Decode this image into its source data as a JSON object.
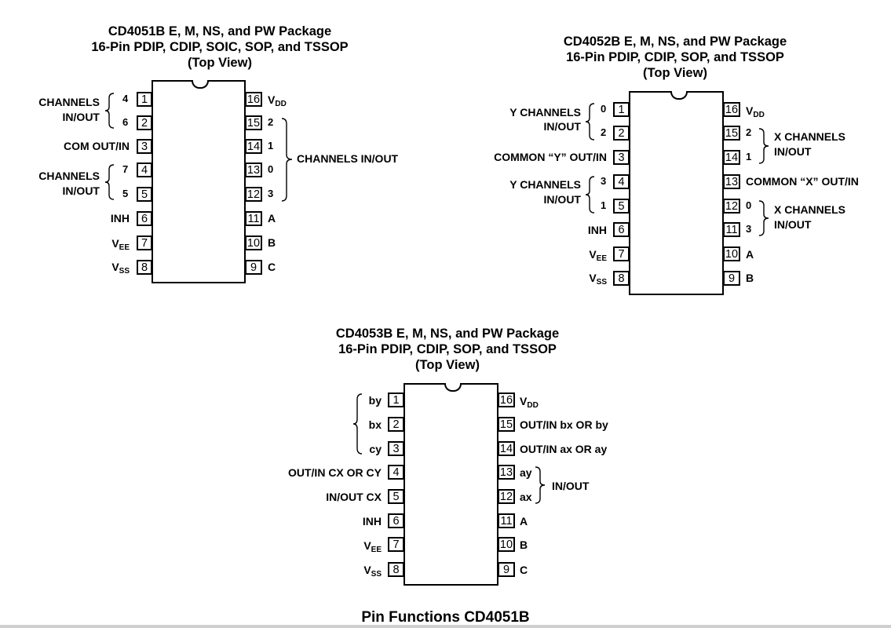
{
  "cd4051": {
    "title_lines": [
      "CD4051B E, M, NS, and PW Package",
      "16-Pin PDIP, CDIP, SOIC, SOP, and TSSOP",
      "(Top View)"
    ],
    "pins": {
      "p1": "1",
      "p2": "2",
      "p3": "3",
      "p4": "4",
      "p5": "5",
      "p6": "6",
      "p7": "7",
      "p8": "8",
      "p9": "9",
      "p10": "10",
      "p11": "11",
      "p12": "12",
      "p13": "13",
      "p14": "14",
      "p15": "15",
      "p16": "16"
    },
    "left": {
      "ch_a_line1": "CHANNELS",
      "ch_a_line2": "IN/OUT",
      "ch_a_top": "4",
      "ch_a_bot": "6",
      "com": "COM OUT/IN",
      "ch_b_line1": "CHANNELS",
      "ch_b_line2": "IN/OUT",
      "ch_b_top": "7",
      "ch_b_bot": "5",
      "inh": "INH",
      "vee_main": "V",
      "vee_sub": "EE",
      "vss_main": "V",
      "vss_sub": "SS"
    },
    "right": {
      "vdd_main": "V",
      "vdd_sub": "DD",
      "ch15": "2",
      "ch14": "1",
      "ch13": "0",
      "ch12": "3",
      "channels": "CHANNELS IN/OUT",
      "a": "A",
      "b": "B",
      "c": "C"
    }
  },
  "cd4052": {
    "title_lines": [
      "CD4052B E, M, NS, and PW Package",
      "16-Pin PDIP, CDIP, SOP, and TSSOP",
      "(Top View)"
    ],
    "left": {
      "y_a_line1": "Y CHANNELS",
      "y_a_line2": "IN/OUT",
      "y_a_top": "0",
      "y_a_bot": "2",
      "common_y": "COMMON “Y” OUT/IN",
      "y_b_line1": "Y CHANNELS",
      "y_b_line2": "IN/OUT",
      "y_b_top": "3",
      "y_b_bot": "1",
      "inh": "INH",
      "vee_main": "V",
      "vee_sub": "EE",
      "vss_main": "V",
      "vss_sub": "SS"
    },
    "right": {
      "vdd_main": "V",
      "vdd_sub": "DD",
      "x_a_top": "2",
      "x_a_bot": "1",
      "x_a_line1": "X CHANNELS",
      "x_a_line2": "IN/OUT",
      "common_x": "COMMON “X” OUT/IN",
      "x_b_top": "0",
      "x_b_bot": "3",
      "x_b_line1": "X CHANNELS",
      "x_b_line2": "IN/OUT",
      "a": "A",
      "b": "B"
    }
  },
  "cd4053": {
    "title_lines": [
      "CD4053B E, M, NS, and PW Package",
      "16-Pin PDIP, CDIP, SOP, and TSSOP",
      "(Top View)"
    ],
    "left": {
      "by": "by",
      "bx": "bx",
      "cy": "cy",
      "outin_cx_cy": "OUT/IN CX OR CY",
      "inout_cx": "IN/OUT CX",
      "inh": "INH",
      "vee_main": "V",
      "vee_sub": "EE",
      "vss_main": "V",
      "vss_sub": "SS"
    },
    "right": {
      "vdd_main": "V",
      "vdd_sub": "DD",
      "outin_bx_by": "OUT/IN bx OR by",
      "outin_ax_ay": "OUT/IN ax OR ay",
      "ay": "ay",
      "ax": "ax",
      "inout": "IN/OUT",
      "a": "A",
      "b": "B",
      "c": "C"
    }
  },
  "footer": {
    "section_title": "Pin Functions CD4051B"
  }
}
